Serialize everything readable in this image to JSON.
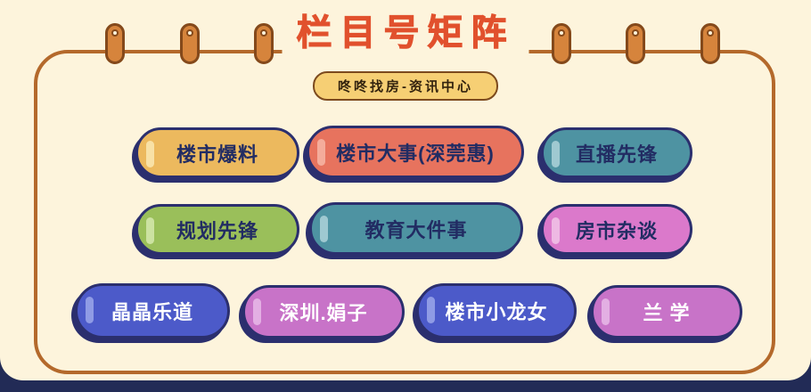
{
  "page": {
    "title": "栏目号矩阵",
    "subtitle": "咚咚找房-资讯中心"
  },
  "colors": {
    "background": "#fdf4dc",
    "frame_border": "#b4692b",
    "bottom_strip": "#222b56",
    "title_text": "#e1512d",
    "subtitle_bg": "#f6cf74",
    "button_outline": "#2b2f6e",
    "ring_fill": "#d6843c"
  },
  "icons": {
    "binder_ring": "binder-ring-icon"
  },
  "buttons": [
    {
      "label": "楼市爆料",
      "bg": "#ecb95e",
      "highlight": "#f9e6ae",
      "text_color": "#222c63"
    },
    {
      "label": "楼市大事(深莞惠)",
      "bg": "#e7735e",
      "highlight": "#f5b2a2",
      "text_color": "#222c63"
    },
    {
      "label": "直播先锋",
      "bg": "#4e93a2",
      "highlight": "#a8cfd6",
      "text_color": "#222c63"
    },
    {
      "label": "规划先锋",
      "bg": "#9abf5a",
      "highlight": "#d2e5a8",
      "text_color": "#222c63"
    },
    {
      "label": "教育大件事",
      "bg": "#4e93a2",
      "highlight": "#a8cfd6",
      "text_color": "#222c63"
    },
    {
      "label": "房市杂谈",
      "bg": "#db79cb",
      "highlight": "#efc0e6",
      "text_color": "#222c63"
    },
    {
      "label": "晶晶乐道",
      "bg": "#4c5ac9",
      "highlight": "#97a2e8",
      "text_color": "#ffffff"
    },
    {
      "label": "深圳.娟子",
      "bg": "#c873c8",
      "highlight": "#e6b6e6",
      "text_color": "#ffffff"
    },
    {
      "label": "楼市小龙女",
      "bg": "#4c5ac9",
      "highlight": "#97a2e8",
      "text_color": "#ffffff"
    },
    {
      "label": "兰  学",
      "bg": "#c873c8",
      "highlight": "#e6b6e6",
      "text_color": "#ffffff"
    }
  ]
}
